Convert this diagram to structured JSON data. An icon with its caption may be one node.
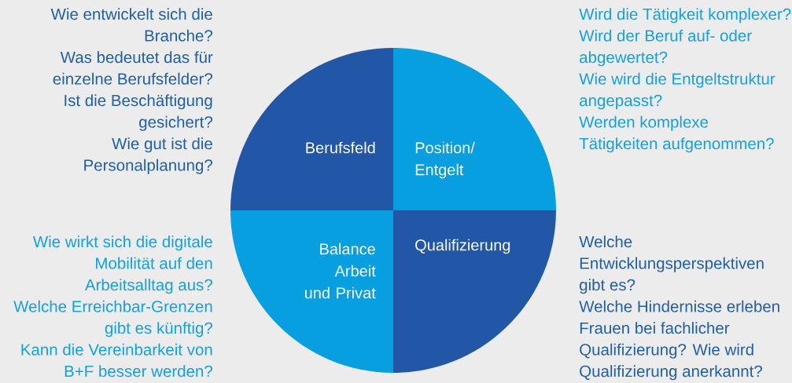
{
  "diagram": {
    "nodes": [
      {
        "text": [
          "Berufsfeld"
        ]
      },
      {
        "text": [
          "Position/ Entgelt"
        ]
      },
      {
        "text": [
          "Balance Arbeit und Privat"
        ]
      },
      {
        "text": [
          "Qualifizierung"
        ]
      }
    ],
    "labels": [
      "Wie entwickelt sich die Branche?",
      "Was bedeutet das für einzelne Berufsfelder?",
      "Ist die Beschäftigung gesichert?",
      "Wie gut ist die Personalplanung?",
      "Wird die Tätigkeit komplexer?",
      "Wird der Beruf auf- oder abgewertet?",
      "Wie wird die Entgeltstruktur angepasst?",
      "Werden komplexe Tätigkeiten aufgenommen?",
      "Wie wirkt sich die digitale Mobilität auf den Arbeitsalltag aus?",
      "Welche Erreichbar-Grenzen gibt es künftig?",
      "Kann die Vereinbarkeit von B+F besser werden?",
      "Welche Entwicklungsperspektiven gibt es?",
      "Welche Hindernisse erleben Frauen bei fachlicher Qualifizierung?",
      "Wie wird Qualifizierung anerkannt?"
    ]
  }
}
